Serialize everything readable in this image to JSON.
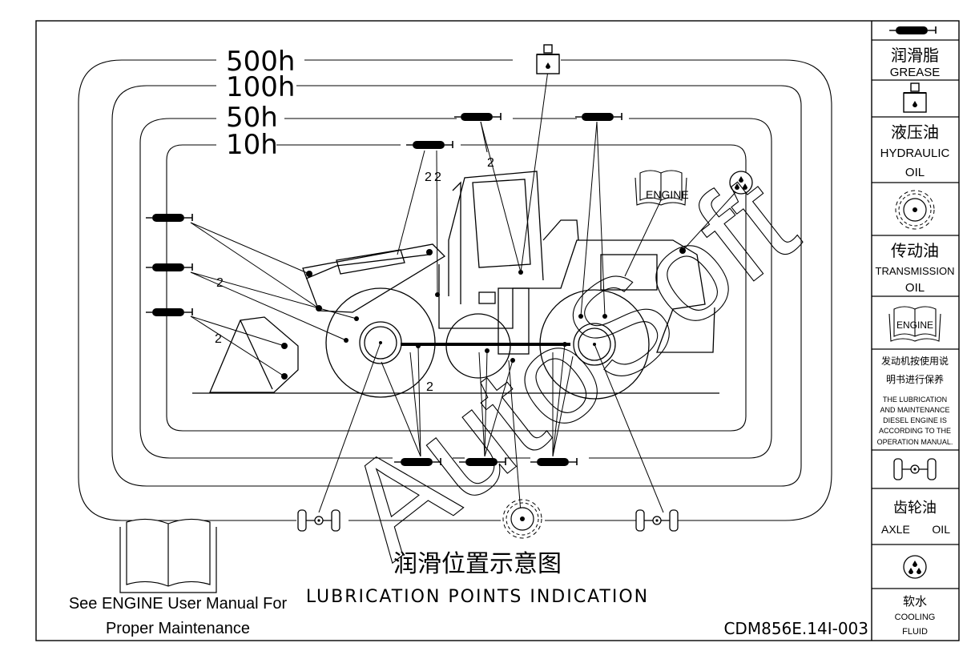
{
  "intervals": {
    "h500": "500h",
    "h100": "100h",
    "h50": "50h",
    "h10": "10h"
  },
  "callouts": {
    "two": "2"
  },
  "engine_tag": "ENGINE",
  "watermark": "AutoSoft",
  "title_cn": "润滑位置示意图",
  "title_en": "LUBRICATION POINTS INDICATION",
  "drawing_no": "CDM856E.14Ⅰ-003",
  "manual_note": {
    "line1": "See ENGINE User Manual For",
    "line2": "Proper Maintenance"
  },
  "legend": {
    "grease": {
      "cn": "润滑脂",
      "en": "GREASE"
    },
    "hydraulic": {
      "cn": "液压油",
      "en1": "HYDRAULIC",
      "en2": "OIL"
    },
    "transmission": {
      "cn": "传动油",
      "en1": "TRANSMISSION",
      "en2": "OIL"
    },
    "engine": {
      "tag": "ENGINE",
      "cn1": "发动机按使用说",
      "cn2": "明书进行保养",
      "en1": "THE LUBRICATION",
      "en2": "AND MAINTENANCE",
      "en3": "DIESEL ENGINE IS",
      "en4": "ACCORDING TO THE",
      "en5": "OPERATION MANUAL."
    },
    "axle": {
      "cn": "齿轮油",
      "en1": "AXLE",
      "en2": "OIL"
    },
    "cooling": {
      "cn": "软水",
      "en1": "COOLING",
      "en2": "FLUID"
    }
  }
}
